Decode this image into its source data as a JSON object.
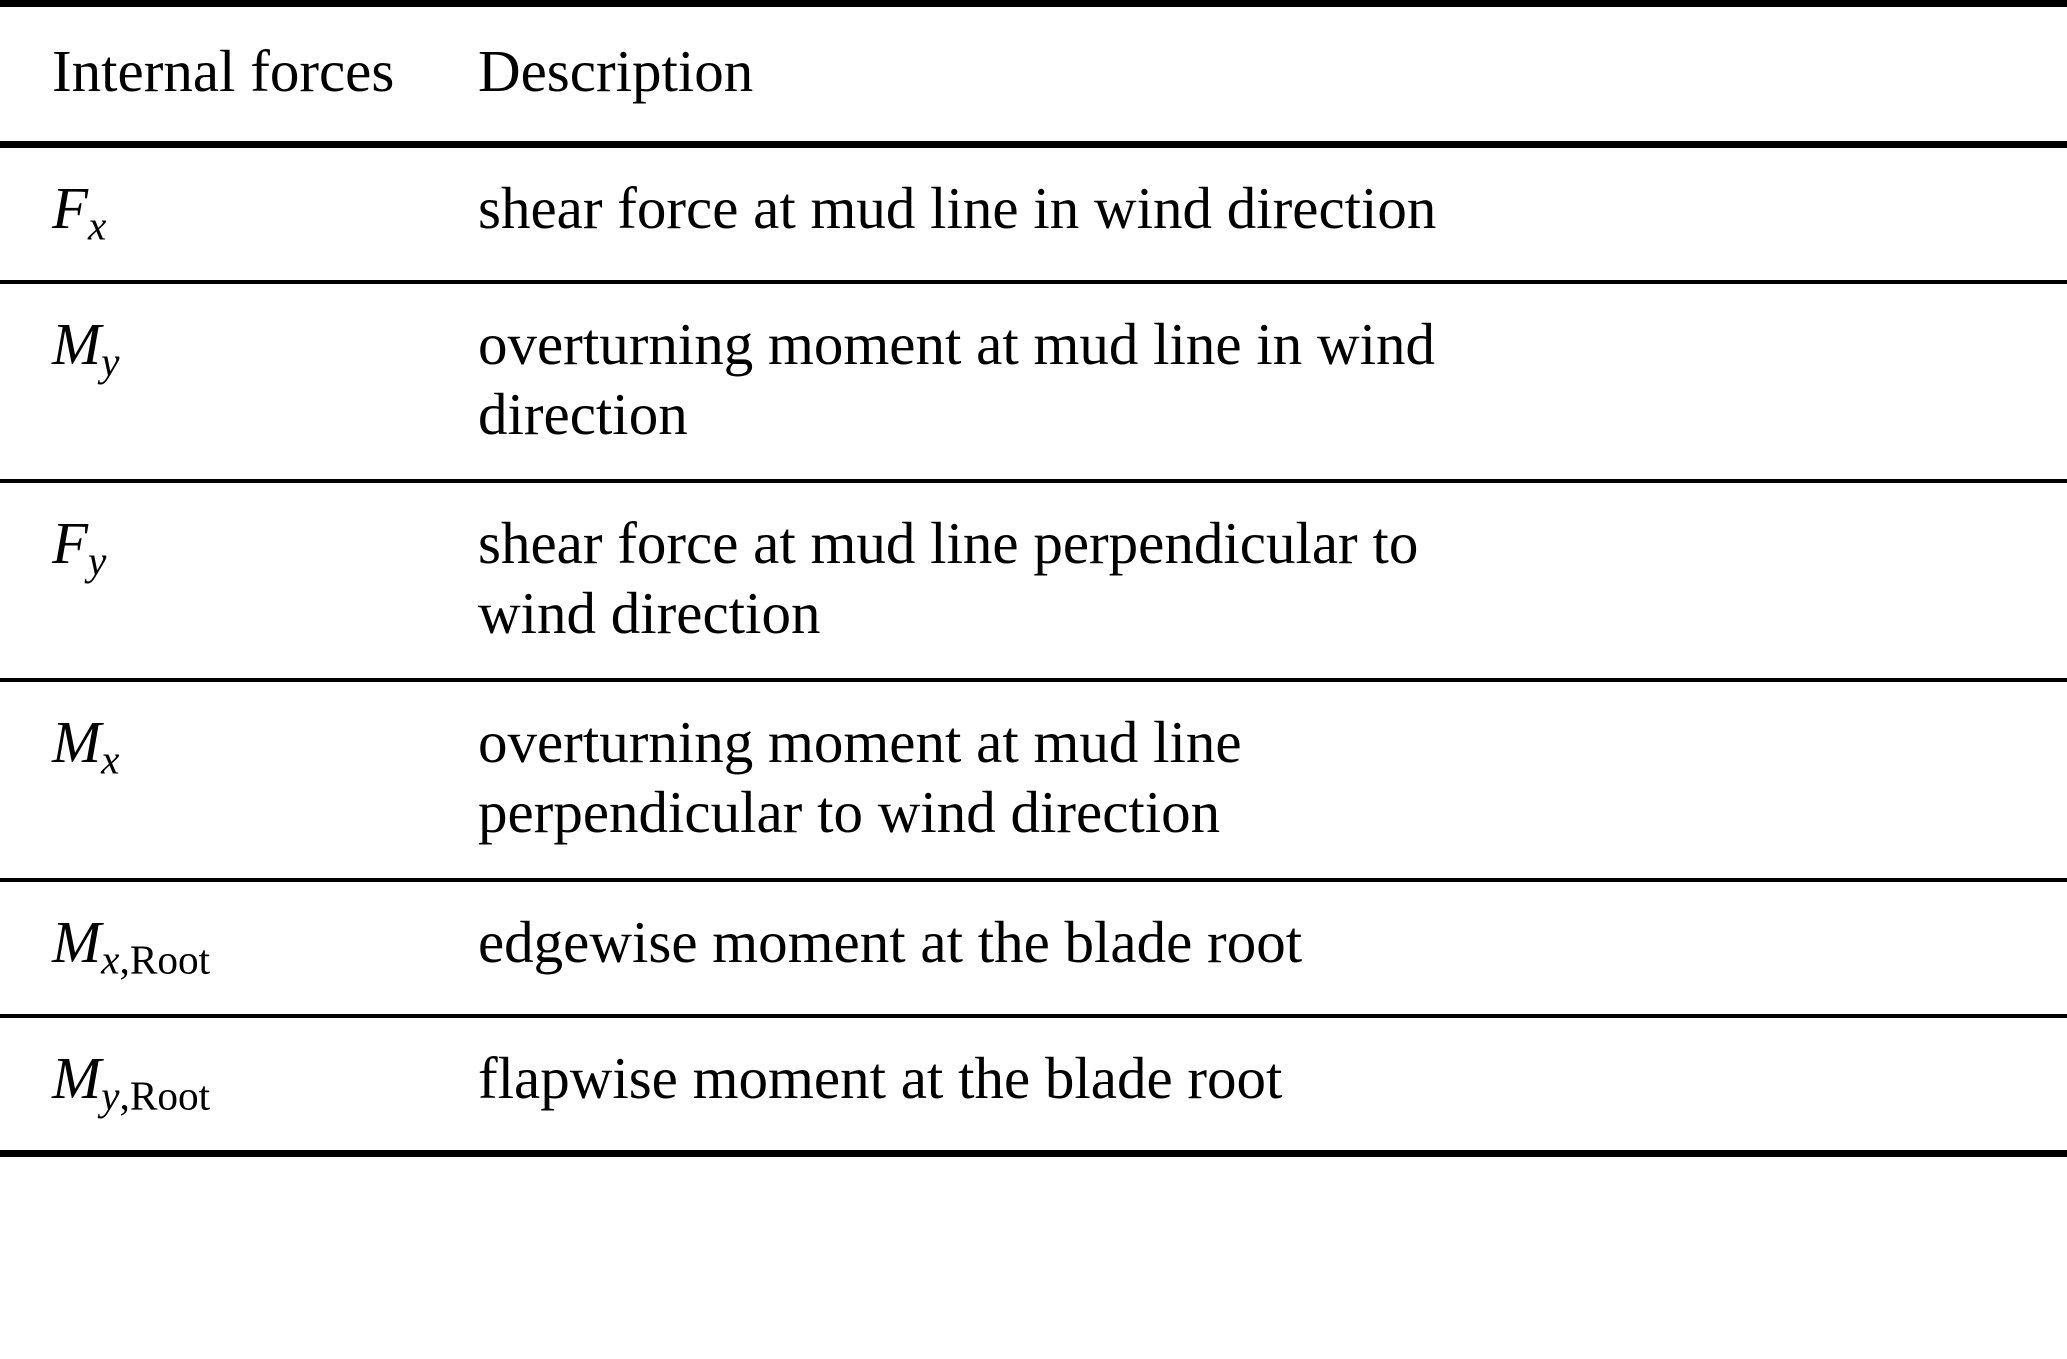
{
  "table": {
    "headers": {
      "symbol": "Internal forces",
      "description": "Description"
    },
    "rows": [
      {
        "symbol_base": "F",
        "symbol_sub_italic": "x",
        "symbol_sub_roman": "",
        "symbol_plain": "Fx",
        "description": "shear force at mud line in wind direction",
        "description_lines": [
          "shear force at mud line in wind direction"
        ]
      },
      {
        "symbol_base": "M",
        "symbol_sub_italic": "y",
        "symbol_sub_roman": "",
        "symbol_plain": "My",
        "description": "overturning moment at mud line in wind direction",
        "description_lines": [
          "overturning moment at mud line in wind",
          "direction"
        ]
      },
      {
        "symbol_base": "F",
        "symbol_sub_italic": "y",
        "symbol_sub_roman": "",
        "symbol_plain": "Fy",
        "description": "shear force at mud line perpendicular to wind direction",
        "description_lines": [
          "shear force at mud line perpendicular to",
          "wind direction"
        ]
      },
      {
        "symbol_base": "M",
        "symbol_sub_italic": "x",
        "symbol_sub_roman": "",
        "symbol_plain": "Mx",
        "description": "overturning moment at mud line perpendicular to wind direction",
        "description_lines": [
          "overturning moment at mud line",
          "perpendicular to wind direction"
        ]
      },
      {
        "symbol_base": "M",
        "symbol_sub_italic": "x",
        "symbol_sub_roman": ",Root",
        "symbol_plain": "Mx,Root",
        "description": "edgewise moment at the blade root",
        "description_lines": [
          "edgewise moment at the blade root"
        ]
      },
      {
        "symbol_base": "M",
        "symbol_sub_italic": "y",
        "symbol_sub_roman": ",Root",
        "symbol_plain": "My,Root",
        "description": "flapwise moment at the blade root",
        "description_lines": [
          "flapwise moment at the blade root"
        ]
      }
    ]
  },
  "style": {
    "text_color": "#000000",
    "background_color": "#ffffff",
    "rule_color": "#000000"
  }
}
